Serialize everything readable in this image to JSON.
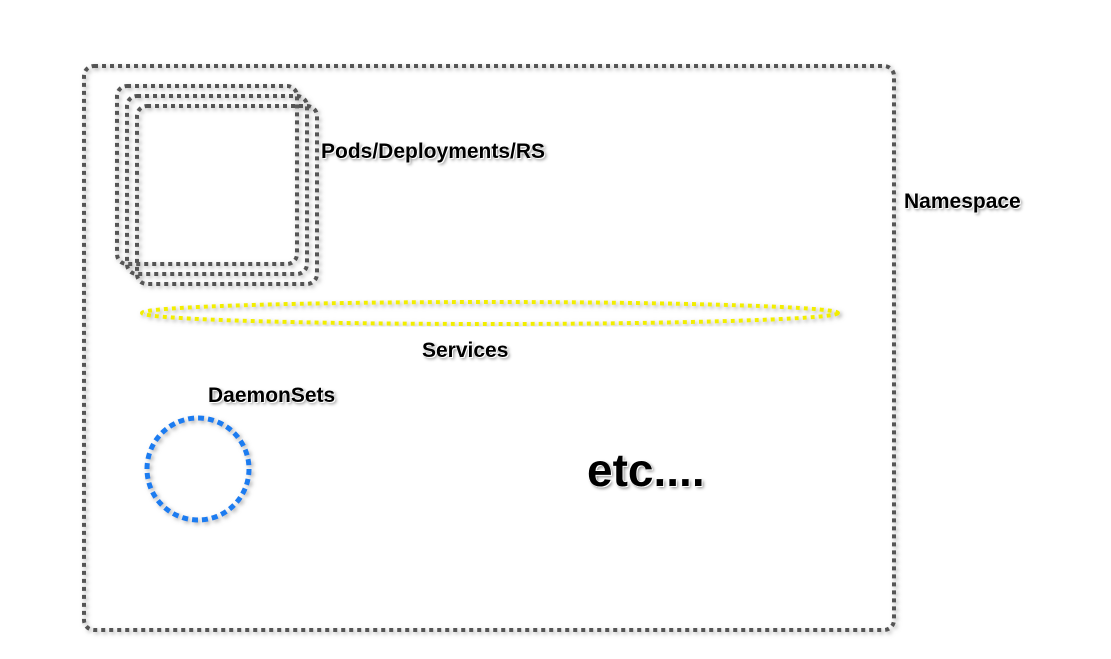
{
  "labels": {
    "pods": "Pods/Deployments/RS",
    "namespace": "Namespace",
    "services": "Services",
    "daemonsets": "DaemonSets",
    "etc": "etc...."
  },
  "colors": {
    "namespace": "#555555",
    "pods": "#555555",
    "services": "#f2ee00",
    "daemonsets": "#1a7cf0"
  }
}
